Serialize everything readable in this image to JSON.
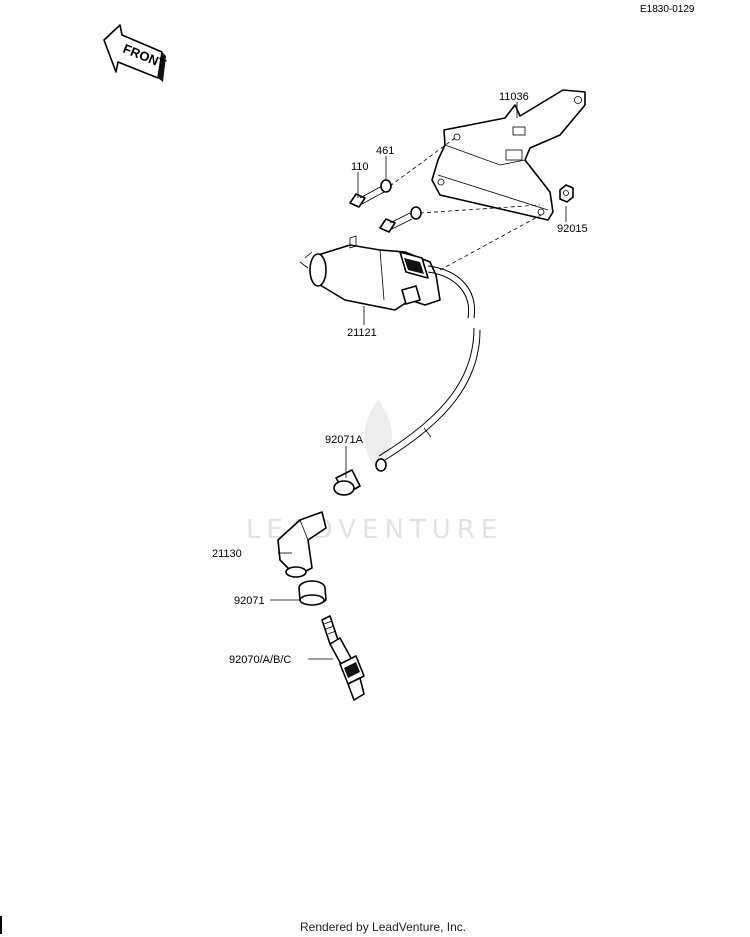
{
  "reference_code": "E1830-0129",
  "front_arrow_label": "FRONT",
  "watermark": "LEADVENTURE",
  "footer": "Rendered by LeadVenture, Inc.",
  "parts": [
    {
      "id": "bracket",
      "number": "11036"
    },
    {
      "id": "washer",
      "number": "461"
    },
    {
      "id": "bolt",
      "number": "110"
    },
    {
      "id": "nut",
      "number": "92015"
    },
    {
      "id": "ignition-coil",
      "number": "21121"
    },
    {
      "id": "lead-cap",
      "number": "92071A"
    },
    {
      "id": "plug-cap",
      "number": "21130"
    },
    {
      "id": "plug-seal",
      "number": "92071"
    },
    {
      "id": "spark-plug",
      "number": "92070/A/B/C"
    }
  ]
}
